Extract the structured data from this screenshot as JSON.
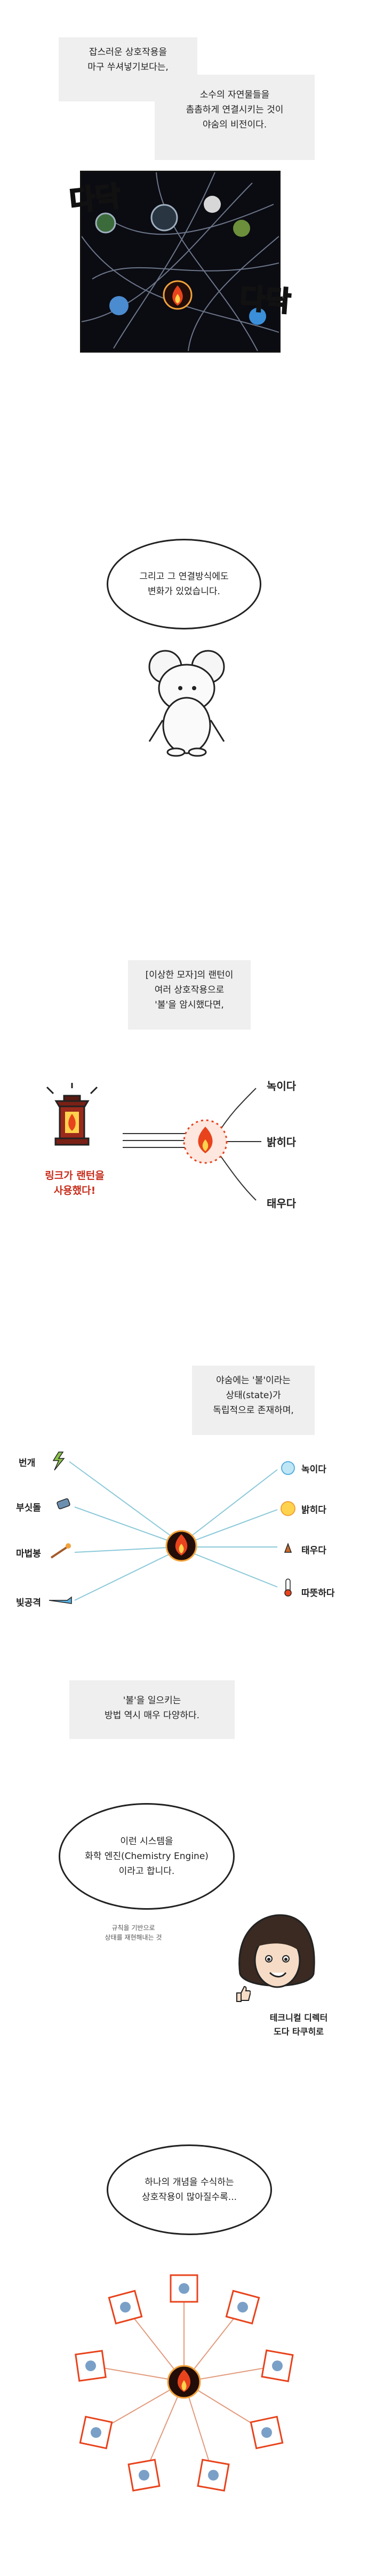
{
  "panel1": {
    "caption_a": [
      "잡스러운 상호작용을",
      "마구 쑤셔넣기보다는,"
    ],
    "caption_b": [
      "소수의 자연물들을",
      "촘촘하게 연결시키는 것이",
      "야숨의 비전이다."
    ],
    "sfx_left": "다닥",
    "sfx_right": "다닥"
  },
  "panel2": {
    "bubble": [
      "그리고 그 연결방식에도",
      "변화가 있었습니다."
    ]
  },
  "panel3": {
    "caption": [
      "[이상한 모자]의 랜턴이",
      "여러 상호작용으로",
      "'불'을 암시했다면,"
    ],
    "lantern_note": [
      "링크가 랜턴을",
      "사용했다!"
    ],
    "effects": [
      "녹이다",
      "밝히다",
      "태우다"
    ]
  },
  "panel4": {
    "caption": [
      "야숨에는 '불'이라는",
      "상태(state)가",
      "독립적으로 존재하며,"
    ],
    "sources": [
      "번개",
      "부싯돌",
      "마법봉",
      "빛공격"
    ],
    "effects": [
      "녹이다",
      "밝히다",
      "태우다",
      "따뜻하다"
    ],
    "caption2": [
      "'불'을 일으키는",
      "방법 역시 매우 다양하다."
    ]
  },
  "panel5": {
    "bubble": [
      "이런 시스템을",
      "화학 엔진(Chemistry Engine)",
      "이라고 합니다."
    ],
    "note": [
      "규칙을 기반으로",
      "상태를 재현해내는 것"
    ],
    "credit": [
      "테크니컬 디렉터",
      "도다 타쿠히로"
    ]
  },
  "panel6": {
    "bubble": [
      "하나의 개념을 수식하는",
      "상호작용이 많아질수록..."
    ]
  },
  "colors": {
    "caption_bg": "#efefef",
    "fire": "#e8431c",
    "line_blue": "#8cc9d9",
    "night": "#0b0b12"
  }
}
